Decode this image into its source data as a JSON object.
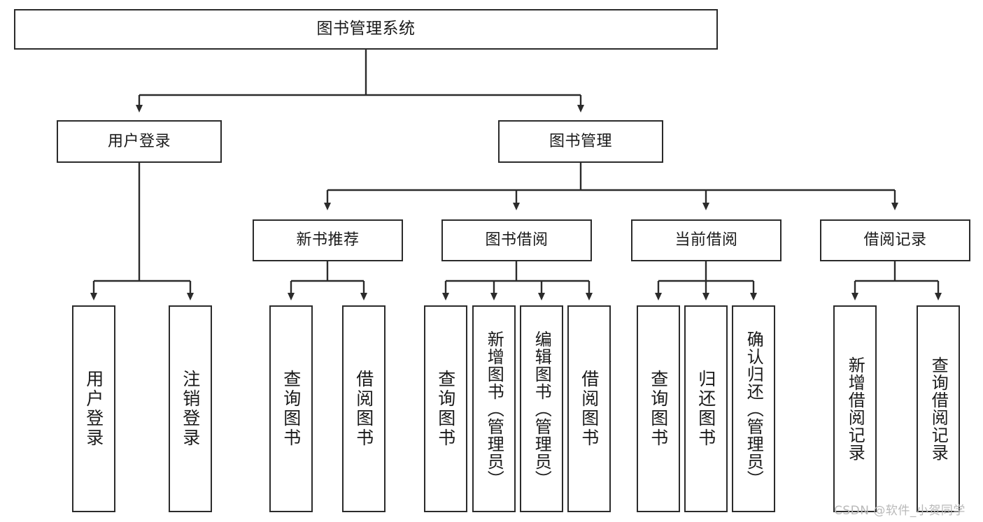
{
  "diagram": {
    "type": "tree",
    "title": "图书管理系统",
    "orientation": "top-down",
    "colors": {
      "box_border": "#2b2b2b",
      "box_fill": "#ffffff",
      "edge": "#2b2b2b",
      "text": "#1a1a1a",
      "watermark": "#b9b9b9",
      "background": "#ffffff"
    },
    "nodes": {
      "root": {
        "label": "图书管理系统"
      },
      "level2": [
        {
          "id": "user-login",
          "label": "用户登录"
        },
        {
          "id": "book-manage",
          "label": "图书管理"
        }
      ],
      "level3": [
        {
          "id": "new-book-recommend",
          "label": "新书推荐"
        },
        {
          "id": "book-borrow",
          "label": "图书借阅"
        },
        {
          "id": "current-borrow",
          "label": "当前借阅"
        },
        {
          "id": "borrow-record",
          "label": "借阅记录"
        }
      ],
      "leaves": {
        "user_login": [
          {
            "id": "leaf-user-login",
            "label": "用户登录"
          },
          {
            "id": "leaf-user-logout",
            "label": "注销登录"
          }
        ],
        "new_book_recommend": [
          {
            "id": "leaf-query-book-1",
            "label": "查询图书"
          },
          {
            "id": "leaf-borrow-book-1",
            "label": "借阅图书"
          }
        ],
        "book_borrow": [
          {
            "id": "leaf-query-book-2",
            "label": "查询图书"
          },
          {
            "id": "leaf-add-book",
            "label": "新增图书（管理员）"
          },
          {
            "id": "leaf-edit-book",
            "label": "编辑图书（管理员）"
          },
          {
            "id": "leaf-borrow-book-2",
            "label": "借阅图书"
          }
        ],
        "current_borrow": [
          {
            "id": "leaf-query-book-3",
            "label": "查询图书"
          },
          {
            "id": "leaf-return-book",
            "label": "归还图书"
          },
          {
            "id": "leaf-confirm-return",
            "label": "确认归还（管理员）"
          }
        ],
        "borrow_record": [
          {
            "id": "leaf-add-record",
            "label": "新增借阅记录"
          },
          {
            "id": "leaf-query-record",
            "label": "查询借阅记录"
          }
        ]
      }
    },
    "watermark": "CSDN @软件_小贺同学"
  }
}
